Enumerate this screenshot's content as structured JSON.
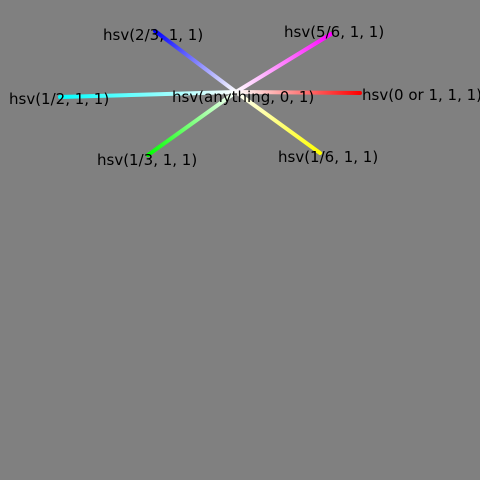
{
  "background": "#808080",
  "center_color": "#ffffff",
  "center_label": "hsv(anything, 0, 1)",
  "spokes": [
    {
      "id": "red",
      "label": "hsv(0 or 1, 1, 1)",
      "color": "#ff0000"
    },
    {
      "id": "magenta",
      "label": "hsv(5/6, 1, 1)",
      "color": "#ff00ff"
    },
    {
      "id": "blue",
      "label": "hsv(2/3, 1, 1)",
      "color": "#0000ff"
    },
    {
      "id": "cyan",
      "label": "hsv(1/2, 1, 1)",
      "color": "#00ffff"
    },
    {
      "id": "green",
      "label": "hsv(1/3, 1, 1)",
      "color": "#00ff00"
    },
    {
      "id": "yellow",
      "label": "hsv(1/6, 1, 1)",
      "color": "#ffff00"
    }
  ]
}
